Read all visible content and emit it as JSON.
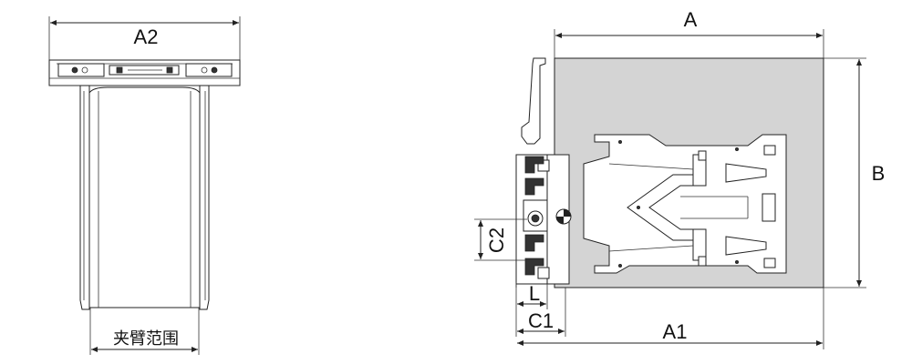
{
  "dimensions": {
    "A": "A",
    "A1": "A1",
    "A2": "A2",
    "B": "B",
    "C1": "C1",
    "C2": "C2",
    "L": "L",
    "clamp_range": "夹臂范围"
  },
  "colors": {
    "plate_fill": "#d4d4d4",
    "line": "#222222",
    "background": "#ffffff"
  }
}
